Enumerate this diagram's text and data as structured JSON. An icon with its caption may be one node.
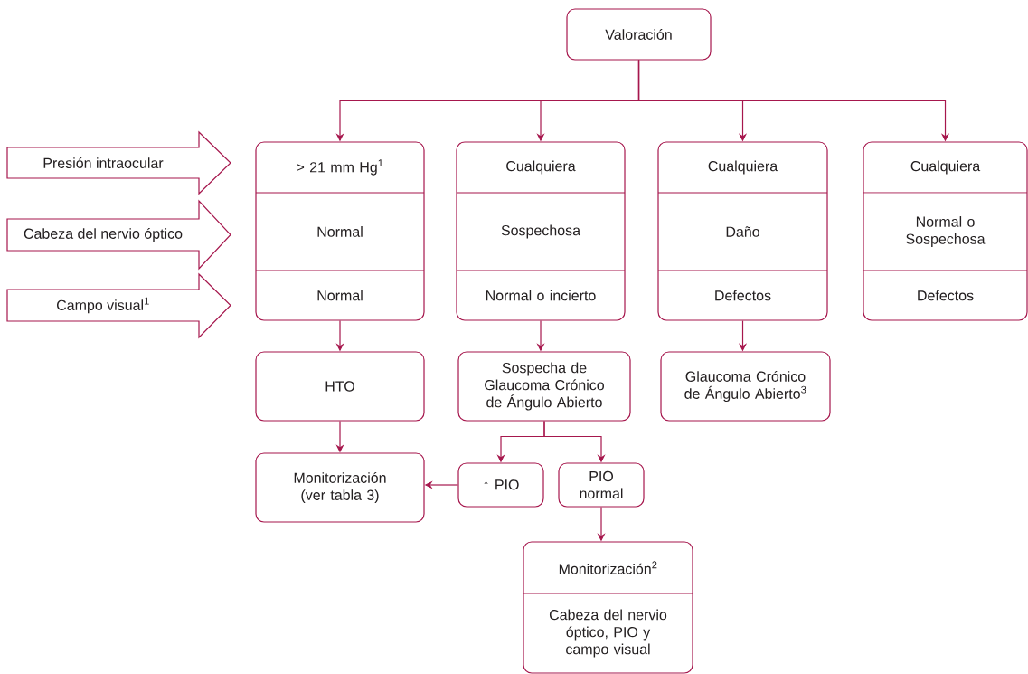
{
  "diagram": {
    "nodes": [
      {
        "text": [
          "Valoración"
        ]
      },
      {
        "text": [
          "> 21 mm Hg$^{1}$",
          "Normal",
          "Normal"
        ]
      },
      {
        "text": [
          "Cualquiera",
          "Sospechosa",
          "Normal o incierto"
        ]
      },
      {
        "text": [
          "Cualquiera",
          "Daño",
          "Defectos"
        ]
      },
      {
        "text": [
          "Cualquiera",
          "Normal o Sospechosa",
          "Defectos"
        ]
      },
      {
        "text": [
          "HTO"
        ]
      },
      {
        "text": [
          "Sospecha de Glaucoma Crónico de Ángulo Abierto"
        ]
      },
      {
        "text": [
          "Glaucoma Crónico de Ángulo Abierto$^{3}$"
        ]
      },
      {
        "text": [
          "Monitorización (ver tabla 3)"
        ]
      },
      {
        "text": [
          "↑ PIO"
        ]
      },
      {
        "text": [
          "PIO normal"
        ]
      },
      {
        "text": [
          "Monitorización$^{2}$",
          "Cabeza del nervio óptico, PIO y campo visual"
        ]
      }
    ],
    "edges": [
      {
        "from": null,
        "to": 1,
        "arrow": "to",
        "label": "Presión intraocular",
        "style": "thick"
      },
      {
        "from": null,
        "to": 1,
        "arrow": "to",
        "label": "Cabeza del nervio óptico",
        "style": "thick"
      },
      {
        "from": null,
        "to": 1,
        "arrow": "to",
        "label": "Campo visual$^{1}$",
        "style": "thick"
      },
      {
        "from": 0,
        "to": 1,
        "arrow": "to"
      },
      {
        "from": 0,
        "to": 2,
        "arrow": "to"
      },
      {
        "from": 0,
        "to": 3,
        "arrow": "to"
      },
      {
        "from": 0,
        "to": 4,
        "arrow": "to"
      },
      {
        "from": 1,
        "to": 5,
        "arrow": "to"
      },
      {
        "from": 2,
        "to": 6,
        "arrow": "to"
      },
      {
        "from": 3,
        "to": 7,
        "arrow": "to"
      },
      {
        "from": 5,
        "to": 8,
        "arrow": "to"
      },
      {
        "from": 6,
        "to": 9,
        "arrow": "to"
      },
      {
        "from": 6,
        "to": 10,
        "arrow": "to"
      },
      {
        "from": 9,
        "to": 8,
        "arrow": "to"
      },
      {
        "from": 10,
        "to": 11,
        "arrow": "to"
      }
    ]
  }
}
